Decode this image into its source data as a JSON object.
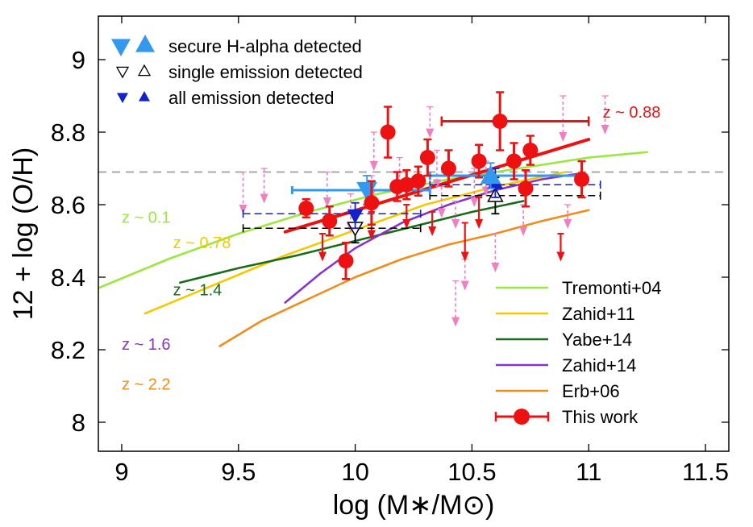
{
  "chart_data": {
    "type": "scatter",
    "xlabel": "log (M∗/M⊙)",
    "ylabel": "12 + log (O/H)",
    "xlim": [
      8.9,
      11.6
    ],
    "ylim": [
      7.92,
      9.12
    ],
    "xticks": [
      "9",
      "9.5",
      "10",
      "10.5",
      "11",
      "11.5"
    ],
    "yticks": [
      "8",
      "8.2",
      "8.4",
      "8.6",
      "8.8",
      "9"
    ],
    "grid": false,
    "solar_reference_line": 8.69,
    "top_legend": [
      {
        "label": "secure H-alpha detected",
        "marker": "large filled triangles",
        "color": "#3399ee"
      },
      {
        "label": "single emission detected",
        "marker": "open triangles",
        "color": "#000000"
      },
      {
        "label": "all emission detected",
        "marker": "small filled triangles",
        "color": "#1122cc"
      }
    ],
    "curve_legend": [
      {
        "label": "Tremonti+04",
        "color": "#9ae83c"
      },
      {
        "label": "Zahid+11",
        "color": "#f5c800"
      },
      {
        "label": "Yabe+14",
        "color": "#1a6b1a"
      },
      {
        "label": "Zahid+14",
        "color": "#8833cc"
      },
      {
        "label": "Erb+06",
        "color": "#f08c1a"
      },
      {
        "label": "This work",
        "color": "#ee1111"
      }
    ],
    "redshift_labels": [
      {
        "text": "z ~ 0.1",
        "color": "#9ae83c",
        "x": 9.0,
        "y": 8.55
      },
      {
        "text": "z ~ 0.78",
        "color": "#f5c800",
        "x": 9.22,
        "y": 8.48
      },
      {
        "text": "z ~ 1.4",
        "color": "#1a6b1a",
        "x": 9.22,
        "y": 8.35
      },
      {
        "text": "z ~ 1.6",
        "color": "#8833cc",
        "x": 9.0,
        "y": 8.2
      },
      {
        "text": "z ~ 2.2",
        "color": "#f08c1a",
        "x": 9.0,
        "y": 8.09
      },
      {
        "text": "z ~ 0.88",
        "color": "#ee1111",
        "x": 11.06,
        "y": 8.84
      }
    ],
    "series": [
      {
        "name": "Tremonti+04",
        "color": "#9ae83c",
        "x": [
          8.9,
          9.2,
          9.5,
          9.8,
          10.1,
          10.4,
          10.7,
          11.0,
          11.25
        ],
        "y": [
          8.37,
          8.45,
          8.52,
          8.58,
          8.63,
          8.67,
          8.7,
          8.73,
          8.745
        ]
      },
      {
        "name": "Zahid+11",
        "color": "#f5c800",
        "x": [
          9.1,
          9.4,
          9.7,
          10.0,
          10.3,
          10.6,
          10.9
        ],
        "y": [
          8.3,
          8.38,
          8.46,
          8.53,
          8.6,
          8.65,
          8.69
        ]
      },
      {
        "name": "Yabe+14",
        "color": "#1a6b1a",
        "x": [
          9.25,
          9.5,
          9.75,
          10.0,
          10.25,
          10.5,
          10.72
        ],
        "y": [
          8.385,
          8.425,
          8.46,
          8.5,
          8.54,
          8.58,
          8.61
        ]
      },
      {
        "name": "Zahid+14",
        "color": "#8833cc",
        "x": [
          9.7,
          9.85,
          10.0,
          10.2,
          10.4,
          10.6,
          10.8,
          10.95
        ],
        "y": [
          8.33,
          8.41,
          8.48,
          8.55,
          8.6,
          8.64,
          8.67,
          8.685
        ]
      },
      {
        "name": "Erb+06",
        "color": "#f08c1a",
        "x": [
          9.42,
          9.6,
          9.8,
          10.0,
          10.2,
          10.4,
          10.6,
          10.8,
          11.0
        ],
        "y": [
          8.21,
          8.28,
          8.34,
          8.4,
          8.45,
          8.49,
          8.52,
          8.555,
          8.585
        ]
      },
      {
        "name": "This work",
        "color": "#ee1111",
        "x": [
          9.7,
          11.0
        ],
        "y": [
          8.525,
          8.78
        ]
      }
    ],
    "this_work_points": [
      {
        "x": 9.79,
        "y": 8.59,
        "yerr": 0.025
      },
      {
        "x": 9.89,
        "y": 8.555,
        "yerr": 0.04
      },
      {
        "x": 9.96,
        "y": 8.445,
        "yerr": 0.05
      },
      {
        "x": 10.07,
        "y": 8.605,
        "yerr": 0.06
      },
      {
        "x": 10.14,
        "y": 8.8,
        "yerr": 0.07
      },
      {
        "x": 10.18,
        "y": 8.65,
        "yerr": 0.04
      },
      {
        "x": 10.22,
        "y": 8.655,
        "yerr": 0.04
      },
      {
        "x": 10.27,
        "y": 8.665,
        "yerr": 0.04
      },
      {
        "x": 10.31,
        "y": 8.73,
        "yerr": 0.05
      },
      {
        "x": 10.4,
        "y": 8.7,
        "yerr": 0.05
      },
      {
        "x": 10.53,
        "y": 8.72,
        "yerr": 0.045
      },
      {
        "x": 10.62,
        "y": 8.83,
        "yerr": 0.08,
        "xerr": [
          10.37,
          11.0
        ]
      },
      {
        "x": 10.68,
        "y": 8.72,
        "yerr": 0.05
      },
      {
        "x": 10.73,
        "y": 8.645,
        "yerr": 0.05
      },
      {
        "x": 10.75,
        "y": 8.75,
        "yerr": 0.04
      },
      {
        "x": 10.97,
        "y": 8.67,
        "yerr": 0.05
      }
    ],
    "upper_limits_red": [
      {
        "x": 9.86,
        "y": 8.52,
        "len": 0.07
      },
      {
        "x": 10.07,
        "y": 8.58,
        "len": 0.07
      },
      {
        "x": 10.22,
        "y": 8.6,
        "len": 0.06
      },
      {
        "x": 10.33,
        "y": 8.58,
        "len": 0.06
      },
      {
        "x": 10.47,
        "y": 8.55,
        "len": 0.1
      },
      {
        "x": 10.53,
        "y": 8.62,
        "len": 0.08
      },
      {
        "x": 10.88,
        "y": 8.52,
        "len": 0.07
      }
    ],
    "upper_limits_pink": [
      {
        "x": 9.52,
        "y": 8.69,
        "len": 0.11
      },
      {
        "x": 9.61,
        "y": 8.7,
        "len": 0.09
      },
      {
        "x": 9.88,
        "y": 8.69,
        "len": 0.09
      },
      {
        "x": 9.98,
        "y": 8.63,
        "len": 0.1
      },
      {
        "x": 10.08,
        "y": 8.8,
        "len": 0.1
      },
      {
        "x": 10.07,
        "y": 8.68,
        "len": 0.06
      },
      {
        "x": 10.19,
        "y": 8.73,
        "len": 0.1
      },
      {
        "x": 10.32,
        "y": 8.87,
        "len": 0.08
      },
      {
        "x": 10.35,
        "y": 8.75,
        "len": 0.1
      },
      {
        "x": 10.37,
        "y": 8.65,
        "len": 0.08
      },
      {
        "x": 10.43,
        "y": 8.61,
        "len": 0.07
      },
      {
        "x": 10.43,
        "y": 8.39,
        "len": 0.12
      },
      {
        "x": 10.47,
        "y": 8.45,
        "len": 0.08
      },
      {
        "x": 10.51,
        "y": 8.7,
        "len": 0.1
      },
      {
        "x": 10.56,
        "y": 8.72,
        "len": 0.09
      },
      {
        "x": 10.6,
        "y": 8.52,
        "len": 0.1
      },
      {
        "x": 10.72,
        "y": 8.6,
        "len": 0.08
      },
      {
        "x": 10.89,
        "y": 8.9,
        "len": 0.12
      },
      {
        "x": 10.91,
        "y": 8.6,
        "len": 0.06
      },
      {
        "x": 11.07,
        "y": 8.9,
        "len": 0.1
      }
    ],
    "stacked_points": [
      {
        "kind": "open-down",
        "x": 10.0,
        "y": 8.535,
        "xerr": [
          9.52,
          10.28
        ],
        "yerr": 0.04,
        "color": "#000000"
      },
      {
        "kind": "open-up",
        "x": 10.6,
        "y": 8.625,
        "xerr": [
          10.32,
          11.05
        ],
        "yerr": 0.05,
        "color": "#000000"
      },
      {
        "kind": "dashed-range",
        "x": 10.0,
        "y": 8.575,
        "xerr": [
          9.52,
          10.28
        ],
        "color": "#1122cc"
      },
      {
        "kind": "dashed-range",
        "x": 10.6,
        "y": 8.655,
        "xerr": [
          10.32,
          11.05
        ],
        "color": "#1122cc"
      },
      {
        "kind": "small-down",
        "x": 10.0,
        "y": 8.57,
        "yerr": 0.035,
        "color": "#1122cc"
      },
      {
        "kind": "small-up",
        "x": 10.6,
        "y": 8.66,
        "yerr": 0.04,
        "color": "#1122cc"
      },
      {
        "kind": "big-down",
        "x": 10.05,
        "y": 8.64,
        "xerr": [
          9.73,
          10.32
        ],
        "yerr": 0.04,
        "color": "#3399ee"
      },
      {
        "kind": "big-up",
        "x": 10.58,
        "y": 8.68,
        "xerr": [
          10.32,
          10.98
        ],
        "yerr": 0.035,
        "color": "#3399ee"
      }
    ]
  }
}
